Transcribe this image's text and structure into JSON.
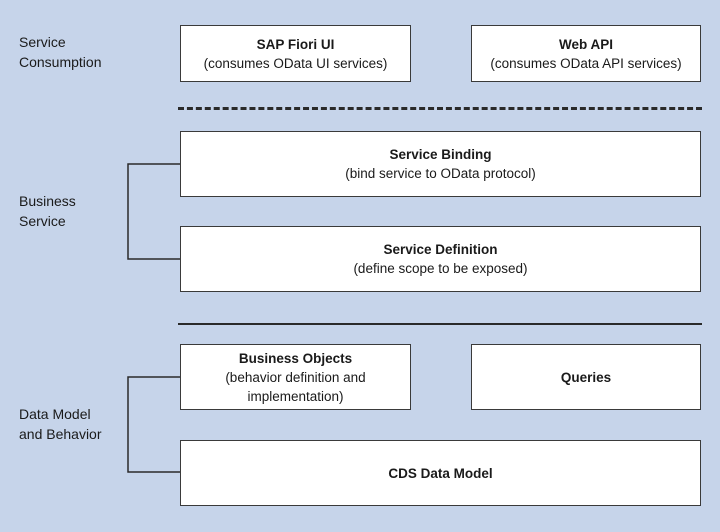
{
  "layers": {
    "consumption": {
      "line1": "Service",
      "line2": "Consumption"
    },
    "business": {
      "line1": "Business",
      "line2": "Service"
    },
    "data_model": {
      "line1": "Data Model",
      "line2": "and Behavior"
    }
  },
  "boxes": {
    "fiori": {
      "title": "SAP Fiori UI",
      "subtitle": "(consumes OData UI services)"
    },
    "webapi": {
      "title": "Web API",
      "subtitle": "(consumes OData API services)"
    },
    "binding": {
      "title": "Service Binding",
      "subtitle": "(bind service to OData protocol)"
    },
    "definition": {
      "title": "Service Definition",
      "subtitle": "(define scope to be exposed)"
    },
    "bo": {
      "title": "Business Objects",
      "subtitle1": "(behavior definition and",
      "subtitle2": "implementation)"
    },
    "queries": {
      "title": "Queries"
    },
    "cds": {
      "title": "CDS Data Model"
    }
  }
}
